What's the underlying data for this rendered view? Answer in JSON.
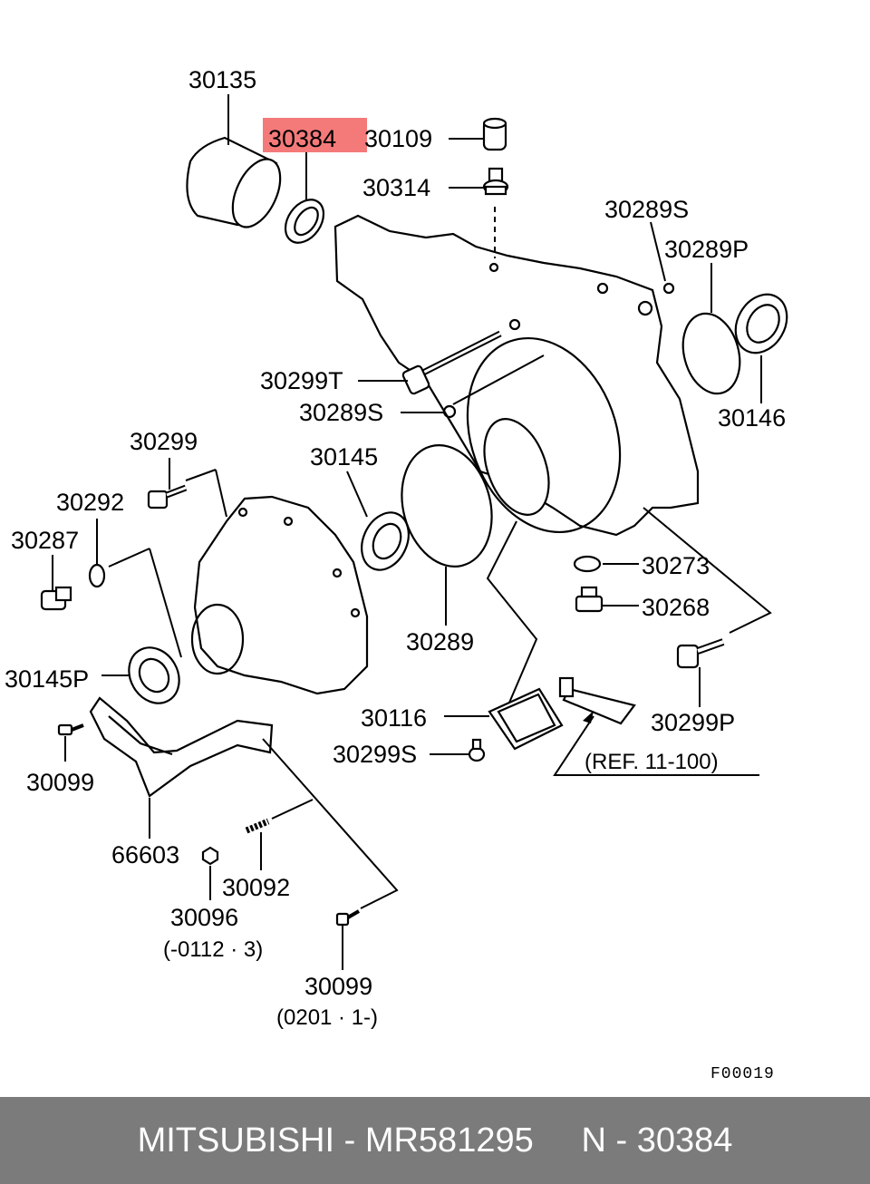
{
  "diagram": {
    "highlight_color": "#f47a7a",
    "highlighted_part": "30384",
    "figure_code": "F00019",
    "labels": {
      "p30135": "30135",
      "p30384": "30384",
      "p30109": "30109",
      "p30314": "30314",
      "p30289S_a": "30289S",
      "p30289P": "30289P",
      "p30146": "30146",
      "p30299T": "30299T",
      "p30289S_b": "30289S",
      "p30299": "30299",
      "p30145": "30145",
      "p30292": "30292",
      "p30287": "30287",
      "p30273": "30273",
      "p30268": "30268",
      "p30289": "30289",
      "p30145P": "30145P",
      "p30116": "30116",
      "p30299P": "30299P",
      "p30299S": "30299S",
      "ref": "(REF. 11-100)",
      "p30099_a": "30099",
      "p66603": "66603",
      "p30092": "30092",
      "p30096": "30096",
      "p30096_note": "(-0112 · 3)",
      "p30099_b": "30099",
      "p30099_note": "(0201 · 1-)"
    }
  },
  "footer": {
    "text": "MITSUBISHI - MR581295     N - 30384",
    "background": "#7b7b7b"
  }
}
